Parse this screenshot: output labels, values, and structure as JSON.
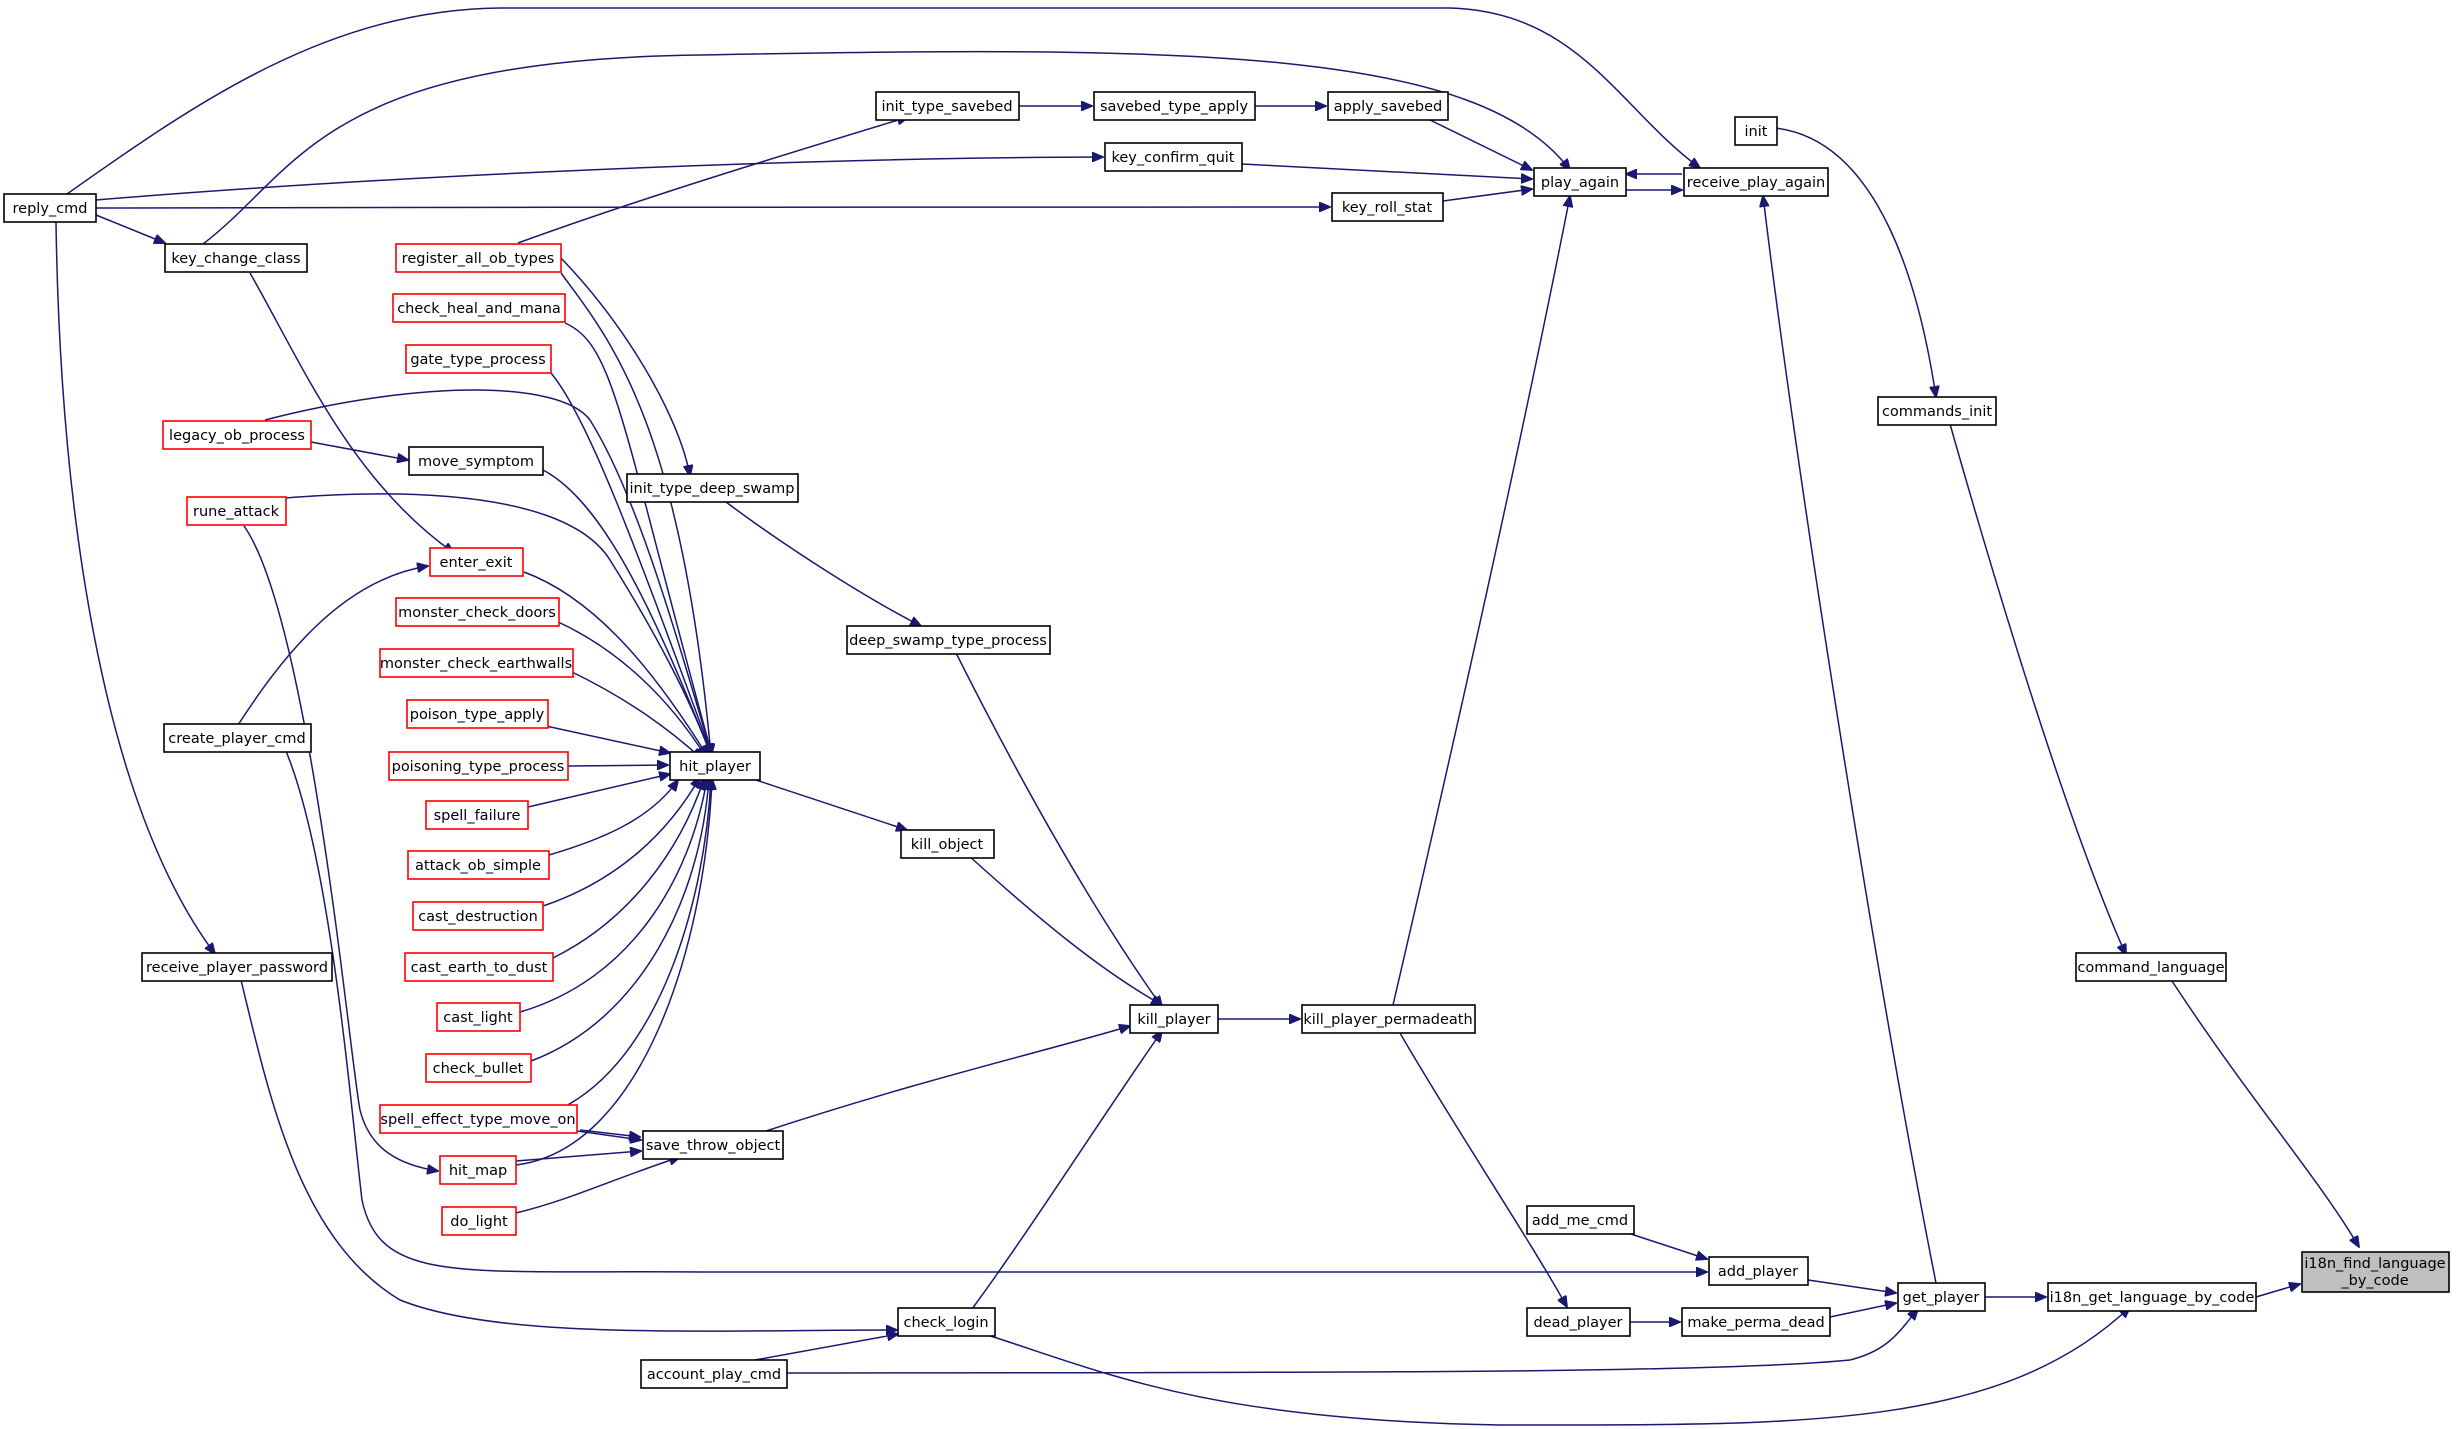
{
  "colors": {
    "edge": "#191970",
    "node_border": "#000000",
    "truncated_node_border": "#ff0000",
    "target_fill": "#bfbfbf"
  },
  "nodes": {
    "reply_cmd": "reply_cmd",
    "key_change_class": "key_change_class",
    "register_all_ob_types": "register_all_ob_types",
    "check_heal_and_mana": "check_heal_and_mana",
    "gate_type_process": "gate_type_process",
    "legacy_ob_process": "legacy_ob_process",
    "move_symptom": "move_symptom",
    "rune_attack": "rune_attack",
    "enter_exit": "enter_exit",
    "monster_check_doors": "monster_check_doors",
    "monster_check_earthwalls": "monster_check_earthwalls",
    "poison_type_apply": "poison_type_apply",
    "poisoning_type_process": "poisoning_type_process",
    "spell_failure": "spell_failure",
    "attack_ob_simple": "attack_ob_simple",
    "cast_destruction": "cast_destruction",
    "cast_earth_to_dust": "cast_earth_to_dust",
    "cast_light": "cast_light",
    "check_bullet": "check_bullet",
    "spell_effect_type_move_on": "spell_effect_type_move_on",
    "hit_map": "hit_map",
    "do_light": "do_light",
    "create_player_cmd": "create_player_cmd",
    "receive_player_password": "receive_player_password",
    "hit_player": "hit_player",
    "init_type_deep_swamp": "init_type_deep_swamp",
    "save_throw_object": "save_throw_object",
    "account_play_cmd": "account_play_cmd",
    "init_type_savebed": "init_type_savebed",
    "deep_swamp_type_process": "deep_swamp_type_process",
    "kill_object": "kill_object",
    "check_login": "check_login",
    "savebed_type_apply": "savebed_type_apply",
    "key_confirm_quit": "key_confirm_quit",
    "kill_player": "kill_player",
    "apply_savebed": "apply_savebed",
    "key_roll_stat": "key_roll_stat",
    "kill_player_permadeath": "kill_player_permadeath",
    "play_again": "play_again",
    "add_me_cmd": "add_me_cmd",
    "dead_player": "dead_player",
    "receive_play_again": "receive_play_again",
    "add_player": "add_player",
    "make_perma_dead": "make_perma_dead",
    "init": "init",
    "commands_init": "commands_init",
    "get_player": "get_player",
    "command_language": "command_language",
    "i18n_get_language_by_code": "i18n_get_language_by_code",
    "i18n_find_language_by_code_1": "i18n_find_language",
    "i18n_find_language_by_code_2": "_by_code"
  }
}
